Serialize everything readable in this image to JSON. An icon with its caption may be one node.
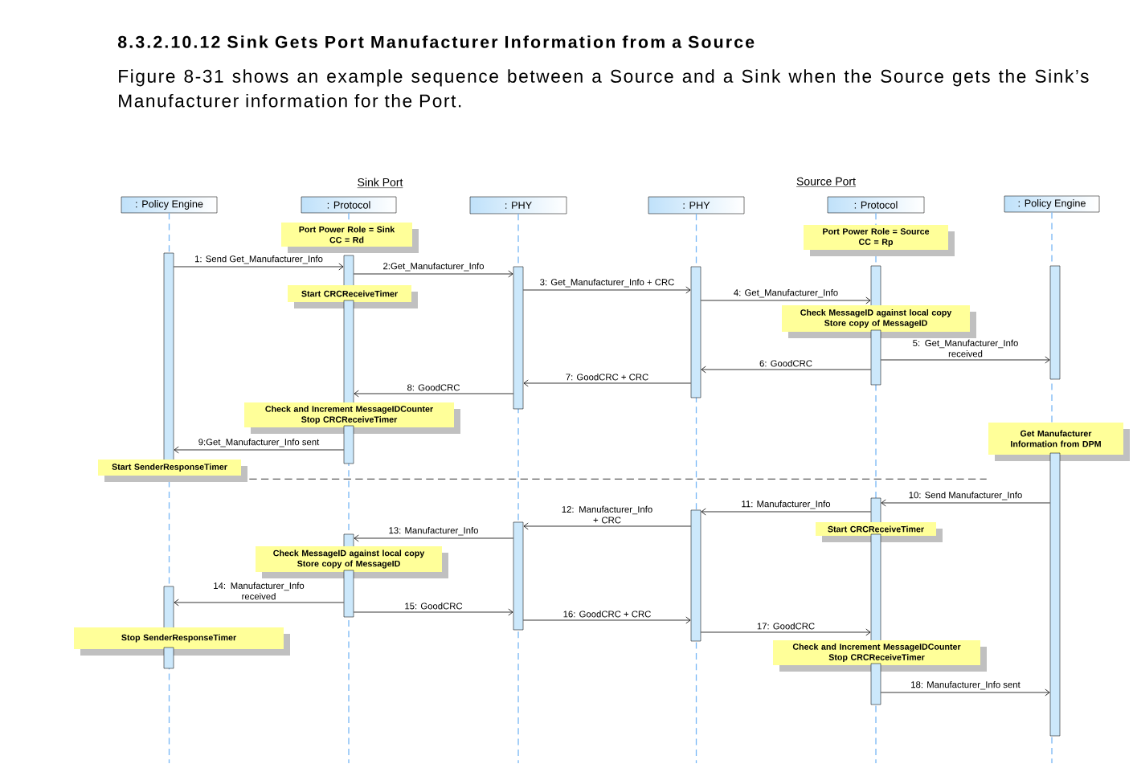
{
  "diagram": {
    "title": "8.3.2.10.12 Sink Gets Port Manufacturer Information from a Source",
    "nodes": [
      {
        "text": [
          ": Policy Engine"
        ]
      },
      {
        "text": [
          ": Protocol"
        ]
      },
      {
        "text": [
          ": PHY"
        ]
      },
      {
        "text": [
          ": PHY"
        ]
      },
      {
        "text": [
          ": Protocol"
        ]
      },
      {
        "text": [
          ": Policy Engine"
        ]
      },
      {
        "text": [
          "Port Power Role = Sink",
          "CC = Rd"
        ]
      },
      {
        "text": [
          "Port Power Role = Source",
          "CC = Rp"
        ]
      },
      {
        "text": [],
        "shape": "bar"
      },
      {
        "text": [],
        "shape": "bar"
      },
      {
        "text": [],
        "shape": "bar"
      },
      {
        "text": [],
        "shape": "bar"
      },
      {
        "text": [],
        "shape": "bar"
      },
      {
        "text": [],
        "shape": "bar"
      },
      {
        "text": [
          "Start CRCReceiveTimer"
        ]
      },
      {
        "text": [],
        "shape": "bar"
      },
      {
        "text": [
          "Check MessageID against local copy",
          "Store copy of MessageID"
        ]
      },
      {
        "text": [],
        "shape": "bar"
      },
      {
        "text": [
          "Check and Increment MessageIDCounter",
          "Stop CRCReceiveTimer"
        ]
      },
      {
        "text": [],
        "shape": "bar"
      },
      {
        "text": [
          "Get Manufacturer Information from DPM"
        ]
      },
      {
        "text": [
          "Start SenderResponseTimer"
        ]
      },
      {
        "text": [],
        "shape": "bar"
      },
      {
        "text": [],
        "shape": "bar"
      },
      {
        "text": [],
        "shape": "bar"
      },
      {
        "text": [],
        "shape": "bar"
      },
      {
        "text": [
          "Start CRCReceiveTimer"
        ]
      },
      {
        "text": [],
        "shape": "bar"
      },
      {
        "text": [],
        "shape": "bar"
      },
      {
        "text": [
          "Check MessageID against local copy",
          "Store copy of MessageID"
        ]
      },
      {
        "text": [],
        "shape": "bar"
      },
      {
        "text": [],
        "shape": "bar"
      },
      {
        "text": [
          "Stop SenderResponseTimer"
        ]
      },
      {
        "text": [],
        "shape": "bar"
      },
      {
        "text": [
          "Check and Increment MessageIDCounter",
          "Stop CRCReceiveTimer"
        ]
      },
      {
        "text": [],
        "shape": "bar"
      }
    ],
    "edges": [
      {
        "from": 8,
        "to": 9,
        "arrow": "to",
        "label": "1: Send Get_Manufacturer_Info"
      },
      {
        "from": 9,
        "to": 10,
        "arrow": "to",
        "label": "2:Get_Manufacturer_Info"
      },
      {
        "from": 10,
        "to": 11,
        "arrow": "to",
        "label": "3: Get_Manufacturer_Info + CRC"
      },
      {
        "from": 11,
        "to": 12,
        "arrow": "to",
        "label": "4: Get_Manufacturer_Info"
      },
      {
        "from": 17,
        "to": 13,
        "arrow": "to",
        "label": "5: Get_Manufacturer_Info received"
      },
      {
        "from": 17,
        "to": 11,
        "arrow": "to",
        "label": "6: GoodCRC"
      },
      {
        "from": 11,
        "to": 10,
        "arrow": "to",
        "label": "7: GoodCRC + CRC"
      },
      {
        "from": 10,
        "to": 15,
        "arrow": "to",
        "label": "8: GoodCRC"
      },
      {
        "from": 19,
        "to": 8,
        "arrow": "to",
        "label": "9:Get_Manufacturer_Info sent"
      },
      {
        "from": 22,
        "to": 23,
        "arrow": "to",
        "label": "10: Send Manufacturer_Info"
      },
      {
        "from": 23,
        "to": 24,
        "arrow": "to",
        "label": "11: Manufacturer_Info"
      },
      {
        "from": 24,
        "to": 25,
        "arrow": "to",
        "label": "12: Manufacturer_Info + CRC"
      },
      {
        "from": 25,
        "to": 27,
        "arrow": "to",
        "label": "13: Manufacturer_Info"
      },
      {
        "from": 30,
        "to": 31,
        "arrow": "to",
        "label": "14: Manufacturer_Info received"
      },
      {
        "from": 30,
        "to": 25,
        "arrow": "to",
        "label": "15: GoodCRC"
      },
      {
        "from": 25,
        "to": 24,
        "arrow": "to",
        "label": "16: GoodCRC + CRC"
      },
      {
        "from": 24,
        "to": 28,
        "arrow": "to",
        "label": "17: GoodCRC"
      },
      {
        "from": 35,
        "to": 22,
        "arrow": "to",
        "label": "18: Manufacturer_Info sent"
      },
      {
        "from": 21,
        "to": 20,
        "arrow": "none",
        "style": "dashed"
      }
    ],
    "labels": [
      "Figure 8-31 shows an example sequence between a Source and a Sink when the Source gets the Sink’s Manufacturer information for the Port.",
      "Sink Port",
      "Source Port"
    ]
  }
}
